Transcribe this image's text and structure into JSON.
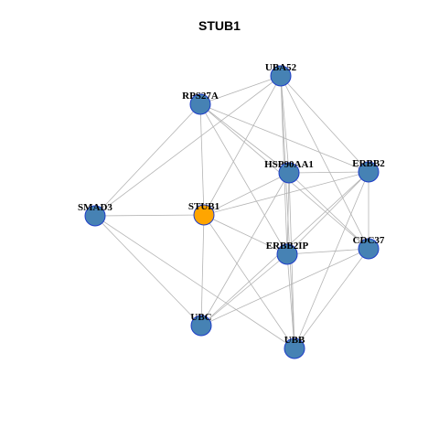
{
  "title": "STUB1",
  "colors": {
    "node_default": "#4682B4",
    "node_highlight": "#FFA500",
    "node_border": "#1E3DC8",
    "edge": "#B4B4B4",
    "label": "#000000"
  },
  "nodes": [
    {
      "id": "UBA52",
      "label": "UBA52",
      "highlight": false
    },
    {
      "id": "RPS27A",
      "label": "RPS27A",
      "highlight": false
    },
    {
      "id": "HSP90AA1",
      "label": "HSP90AA1",
      "highlight": false
    },
    {
      "id": "ERBB2",
      "label": "ERBB2",
      "highlight": false
    },
    {
      "id": "SMAD3",
      "label": "SMAD3",
      "highlight": false
    },
    {
      "id": "STUB1",
      "label": "STUB1",
      "highlight": true
    },
    {
      "id": "ERBB2IP",
      "label": "ERBB2IP",
      "highlight": false
    },
    {
      "id": "CDC37",
      "label": "CDC37",
      "highlight": false
    },
    {
      "id": "UBC",
      "label": "UBC",
      "highlight": false
    },
    {
      "id": "UBB",
      "label": "UBB",
      "highlight": false
    }
  ],
  "edges": [
    [
      "UBA52",
      "RPS27A"
    ],
    [
      "UBA52",
      "HSP90AA1"
    ],
    [
      "UBA52",
      "ERBB2"
    ],
    [
      "UBA52",
      "SMAD3"
    ],
    [
      "UBA52",
      "STUB1"
    ],
    [
      "UBA52",
      "ERBB2IP"
    ],
    [
      "UBA52",
      "CDC37"
    ],
    [
      "UBA52",
      "UBB"
    ],
    [
      "RPS27A",
      "HSP90AA1"
    ],
    [
      "RPS27A",
      "ERBB2"
    ],
    [
      "RPS27A",
      "SMAD3"
    ],
    [
      "RPS27A",
      "STUB1"
    ],
    [
      "RPS27A",
      "ERBB2IP"
    ],
    [
      "RPS27A",
      "CDC37"
    ],
    [
      "HSP90AA1",
      "ERBB2"
    ],
    [
      "HSP90AA1",
      "STUB1"
    ],
    [
      "HSP90AA1",
      "ERBB2IP"
    ],
    [
      "HSP90AA1",
      "CDC37"
    ],
    [
      "HSP90AA1",
      "UBC"
    ],
    [
      "HSP90AA1",
      "UBB"
    ],
    [
      "ERBB2",
      "STUB1"
    ],
    [
      "ERBB2",
      "ERBB2IP"
    ],
    [
      "ERBB2",
      "CDC37"
    ],
    [
      "ERBB2",
      "UBC"
    ],
    [
      "ERBB2",
      "UBB"
    ],
    [
      "SMAD3",
      "STUB1"
    ],
    [
      "SMAD3",
      "UBC"
    ],
    [
      "SMAD3",
      "UBB"
    ],
    [
      "STUB1",
      "ERBB2IP"
    ],
    [
      "STUB1",
      "UBC"
    ],
    [
      "STUB1",
      "UBB"
    ],
    [
      "ERBB2IP",
      "CDC37"
    ],
    [
      "ERBB2IP",
      "UBC"
    ],
    [
      "ERBB2IP",
      "UBB"
    ],
    [
      "CDC37",
      "UBC"
    ],
    [
      "CDC37",
      "UBB"
    ]
  ]
}
